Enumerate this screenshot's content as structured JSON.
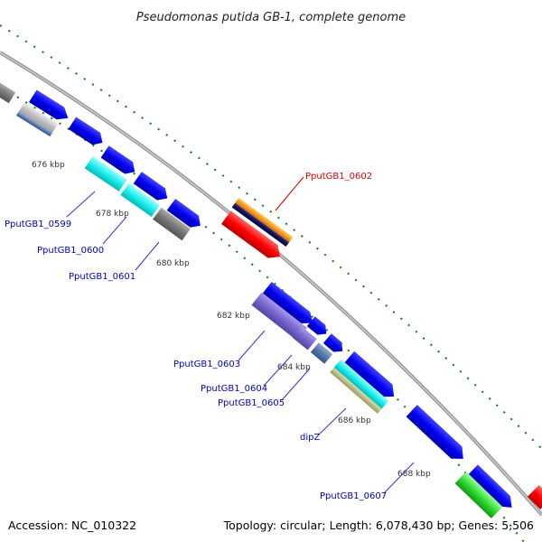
{
  "title": "Pseudomonas putida GB-1, complete genome",
  "footer": {
    "accession": "Accession: NC_010322",
    "summary": "Topology: circular; Length: 6,078,430 bp; Genes: 5,506"
  },
  "colors": {
    "backbone": "#888888",
    "tick": "#117711",
    "label_blue": "#0000bb",
    "label_red": "#dd0000",
    "line_blue": "#3333cc",
    "line_red": "#dd0000"
  },
  "ticks": [
    {
      "label": "676 kbp"
    },
    {
      "label": "678 kbp"
    },
    {
      "label": "680 kbp"
    },
    {
      "label": "682 kbp"
    },
    {
      "label": "684 kbp"
    },
    {
      "label": "686 kbp"
    },
    {
      "label": "688 kbp"
    }
  ],
  "genes": [
    {
      "label": "PputGB1_0599",
      "color": "blue"
    },
    {
      "label": "PputGB1_0600",
      "color": "blue"
    },
    {
      "label": "PputGB1_0601",
      "color": "blue"
    },
    {
      "label": "PputGB1_0602",
      "color": "red"
    },
    {
      "label": "PputGB1_0603",
      "color": "blue"
    },
    {
      "label": "PputGB1_0604",
      "color": "blue"
    },
    {
      "label": "PputGB1_0605",
      "color": "blue"
    },
    {
      "label": "dipZ",
      "color": "blue"
    },
    {
      "label": "PputGB1_0607",
      "color": "blue"
    }
  ]
}
